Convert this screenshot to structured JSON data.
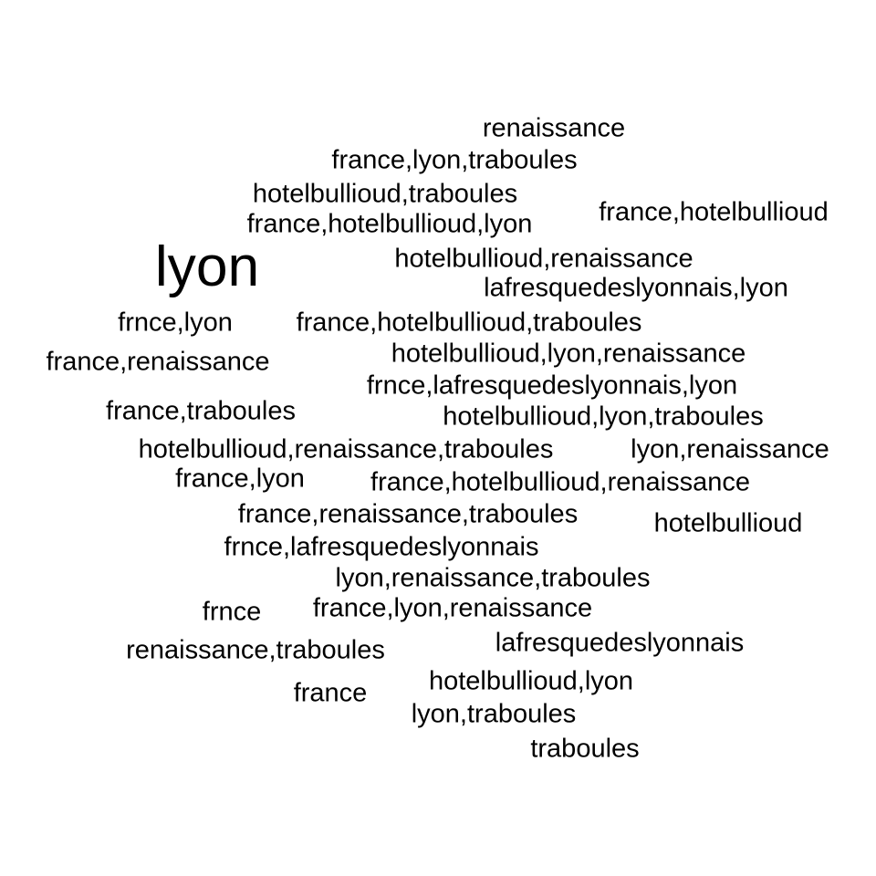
{
  "word_cloud": {
    "words": [
      {
        "text": "renaissance",
        "weight": 1
      },
      {
        "text": "france,lyon,traboules",
        "weight": 1
      },
      {
        "text": "hotelbullioud,traboules",
        "weight": 1
      },
      {
        "text": "france,hotelbullioud,lyon",
        "weight": 1
      },
      {
        "text": "france,hotelbullioud",
        "weight": 1
      },
      {
        "text": "lyon",
        "weight": 2
      },
      {
        "text": "hotelbullioud,renaissance",
        "weight": 1
      },
      {
        "text": "lafresquedeslyonnais,lyon",
        "weight": 1
      },
      {
        "text": "frnce,lyon",
        "weight": 1
      },
      {
        "text": "france,hotelbullioud,traboules",
        "weight": 1
      },
      {
        "text": "france,renaissance",
        "weight": 1
      },
      {
        "text": "hotelbullioud,lyon,renaissance",
        "weight": 1
      },
      {
        "text": "frnce,lafresquedeslyonnais,lyon",
        "weight": 1
      },
      {
        "text": "france,traboules",
        "weight": 1
      },
      {
        "text": "hotelbullioud,lyon,traboules",
        "weight": 1
      },
      {
        "text": "hotelbullioud,renaissance,traboules",
        "weight": 1
      },
      {
        "text": "lyon,renaissance",
        "weight": 1
      },
      {
        "text": "france,lyon",
        "weight": 1
      },
      {
        "text": "france,hotelbullioud,renaissance",
        "weight": 1
      },
      {
        "text": "france,renaissance,traboules",
        "weight": 1
      },
      {
        "text": "hotelbullioud",
        "weight": 1
      },
      {
        "text": "frnce,lafresquedeslyonnais",
        "weight": 1
      },
      {
        "text": "lyon,renaissance,traboules",
        "weight": 1
      },
      {
        "text": "frnce",
        "weight": 1
      },
      {
        "text": "france,lyon,renaissance",
        "weight": 1
      },
      {
        "text": "lafresquedeslyonnais",
        "weight": 1
      },
      {
        "text": "renaissance,traboules",
        "weight": 1
      },
      {
        "text": "france",
        "weight": 1
      },
      {
        "text": "hotelbullioud,lyon",
        "weight": 1
      },
      {
        "text": "lyon,traboules",
        "weight": 1
      },
      {
        "text": "traboules",
        "weight": 1
      }
    ],
    "text_color": "#000000",
    "background_color": "#ffffff"
  }
}
